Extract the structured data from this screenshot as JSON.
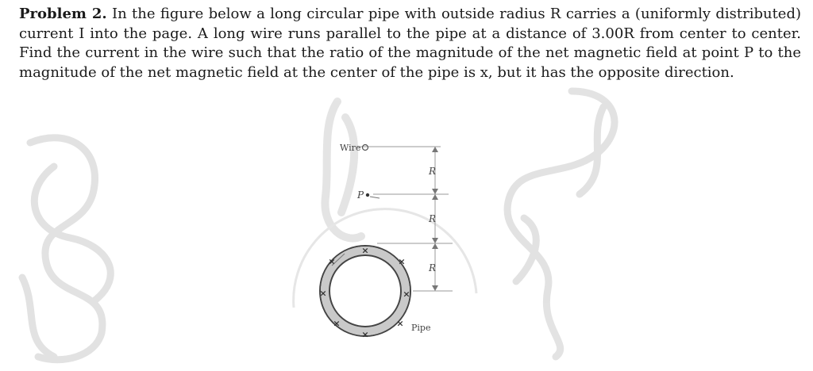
{
  "problem": {
    "label": "Problem 2.",
    "text": " In the figure below a long circular pipe with outside radius R carries a (uniformly distributed) current I into the page. A long wire runs parallel to the pipe at a distance of 3.00R from center to center. Find the current in the wire such that the ratio of the magnitude of the net magnetic field at point P to the magnitude of the net magnetic field at the center of the pipe is x, but it has the opposite direction."
  },
  "figure": {
    "wire_label": "Wire",
    "point_label": "P",
    "pipe_label": "Pipe",
    "dim_labels": [
      "R",
      "R",
      "R"
    ],
    "current_symbol": "×"
  }
}
